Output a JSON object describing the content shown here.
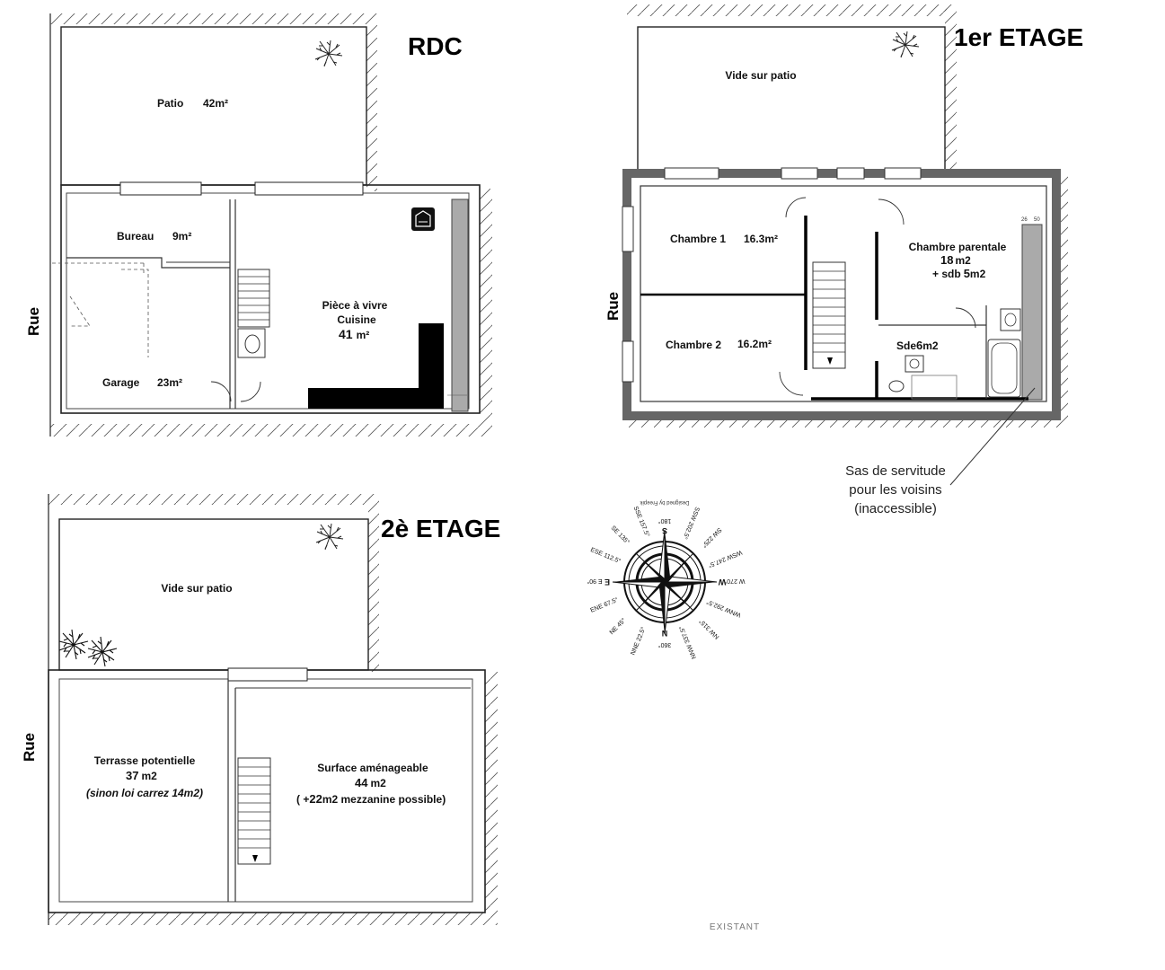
{
  "rdc": {
    "title": "RDC",
    "street": "Rue",
    "patio": {
      "name": "Patio",
      "area": "42m²"
    },
    "bureau": {
      "name": "Bureau",
      "area": "9m²"
    },
    "garage": {
      "name": "Garage",
      "area": "23m²"
    },
    "living": {
      "line1": "Pièce à vivre",
      "line2": "Cuisine",
      "area": "41",
      "unit": "m²"
    }
  },
  "etage1": {
    "title": "1er ETAGE",
    "street": "Rue",
    "void": "Vide sur patio",
    "chambre1": {
      "name": "Chambre 1",
      "area": "16.3m²"
    },
    "chambre2": {
      "name": "Chambre 2",
      "area": "16.2m²"
    },
    "parentale": {
      "name": "Chambre parentale",
      "area": "18",
      "unit": "m2",
      "sdb_prefix": "+ sdb",
      "sdb_area": "5",
      "sdb_unit": "m2"
    },
    "sde": {
      "name": "Sde",
      "area": "6",
      "unit": "m2"
    },
    "dims": {
      "d1": "26",
      "d2": "50"
    },
    "note": {
      "line1": "Sas de servitude",
      "line2": "pour les voisins",
      "line3": "(inaccessible)"
    }
  },
  "etage2": {
    "title": "2è ETAGE",
    "street": "Rue",
    "void": "Vide sur patio",
    "terrasse": {
      "name": "Terrasse potentielle",
      "area": "37",
      "unit": "m2",
      "note": "(sinon loi carrez 14m2)"
    },
    "surface": {
      "name": "Surface aménageable",
      "area": "44",
      "unit": "m2",
      "note_a": "( +",
      "note_b": "22",
      "note_c": "m2 mezzanine possible)"
    }
  },
  "compass": {
    "credit": "Designed by Freepik",
    "n": "N",
    "s": "S",
    "e": "E",
    "w": "W",
    "n_deg": "360°",
    "s_deg": "180°",
    "e_deg": "E 90°",
    "w_deg": "W 270°",
    "minor": [
      "NNE 22.5°",
      "NE 45°",
      "ENE 67.5°",
      "ESE 112.5°",
      "SE 135°",
      "SSE 157.5°",
      "SSW 202.5°",
      "SW 225°",
      "WSW 247.5°",
      "WNW 292.5°",
      "NW 315°",
      "NNW 337.5°"
    ]
  },
  "footer": "EXISTANT"
}
